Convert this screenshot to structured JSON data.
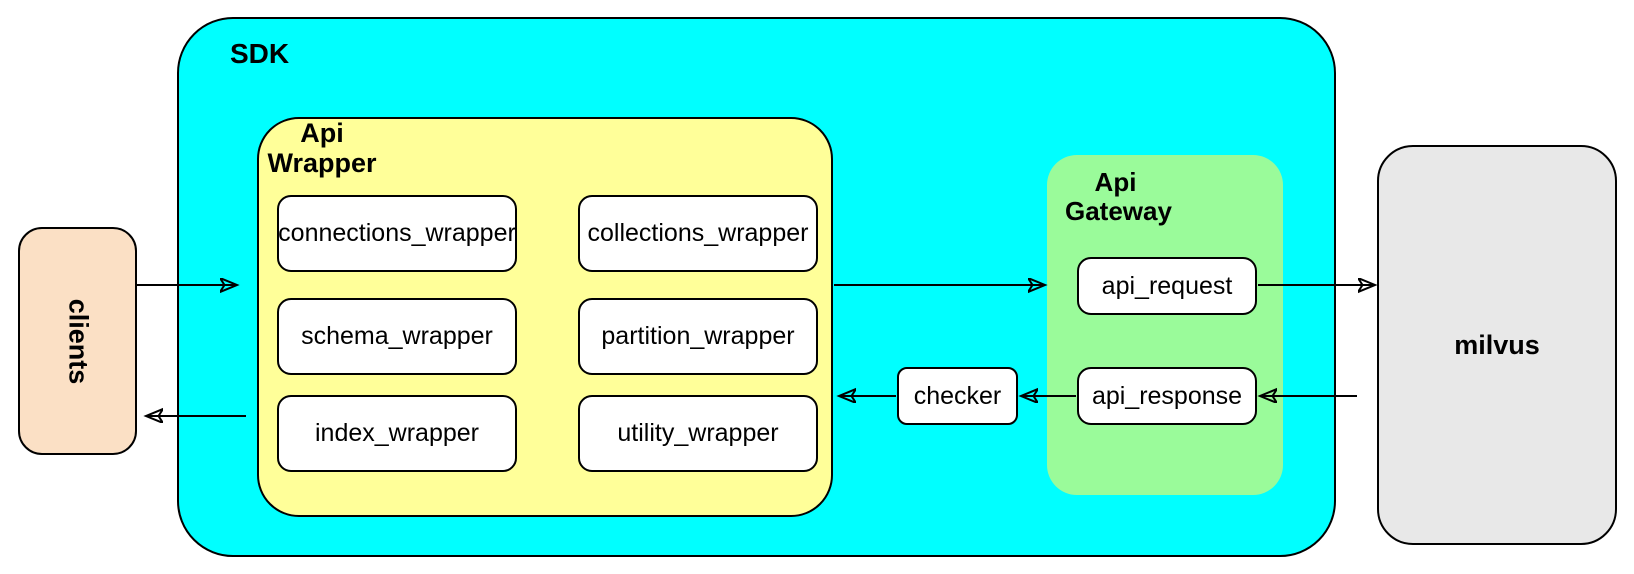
{
  "nodes": {
    "clients": {
      "label": "clients",
      "fill": "#FBE0C5"
    },
    "sdk": {
      "label": "SDK",
      "fill": "#00FFFF"
    },
    "api_wrapper": {
      "label": "Api Wrapper",
      "fill": "#FFFF99",
      "children": [
        {
          "label": "connections_wrapper"
        },
        {
          "label": "collections_wrapper"
        },
        {
          "label": "schema_wrapper"
        },
        {
          "label": "partition_wrapper"
        },
        {
          "label": "index_wrapper"
        },
        {
          "label": "utility_wrapper"
        }
      ]
    },
    "checker": {
      "label": "checker",
      "fill": "#FFFFFF"
    },
    "api_gateway": {
      "label": "Api Gateway",
      "fill": "#9AFB9A",
      "children": [
        {
          "label": "api_request"
        },
        {
          "label": "api_response"
        }
      ]
    },
    "milvus": {
      "label": "milvus",
      "fill": "#E8E8E8"
    }
  },
  "edges": [
    {
      "from": "clients",
      "to": "sdk"
    },
    {
      "from": "sdk",
      "to": "clients"
    },
    {
      "from": "api_wrapper",
      "to": "api_gateway"
    },
    {
      "from": "api_request",
      "to": "milvus"
    },
    {
      "from": "milvus",
      "to": "api_response"
    },
    {
      "from": "api_response",
      "to": "checker"
    },
    {
      "from": "checker",
      "to": "api_wrapper"
    }
  ],
  "colors": {
    "clients": "#FBE0C5",
    "sdk": "#00FFFF",
    "api_wrapper": "#FFFF99",
    "api_gateway": "#9AFB9A",
    "milvus": "#E8E8E8",
    "node": "#FFFFFF",
    "stroke": "#000000"
  }
}
